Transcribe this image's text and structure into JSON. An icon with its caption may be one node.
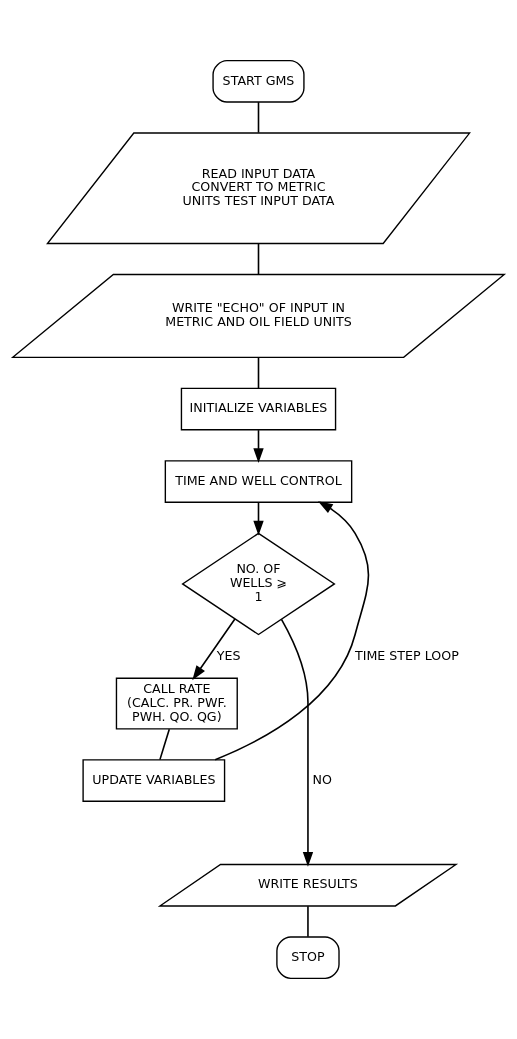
{
  "diagram": {
    "nodes": [
      {
        "text": [
          "START GMS"
        ]
      },
      {
        "text": [
          "READ INPUT DATA CONVERT TO METRIC UNITS TEST INPUT DATA"
        ]
      },
      {
        "text": [
          "WRITE \"ECHO\" OF INPUT IN METRIC AND OIL FIELD UNITS"
        ]
      },
      {
        "text": [
          "INITIALIZE VARIABLES"
        ]
      },
      {
        "text": [
          "TIME AND WELL CONTROL"
        ]
      },
      {
        "text": [
          "NO. OF WELLS ⩾ 1"
        ]
      },
      {
        "text": [
          "CALL RATE (CALC. PR. PWF. PWH. QO. QG)"
        ]
      },
      {
        "text": [
          "UPDATE VARIABLES"
        ]
      },
      {
        "text": [
          "WRITE RESULTS"
        ]
      },
      {
        "text": [
          "STOP"
        ]
      }
    ],
    "edges": [
      {
        "from": 0,
        "to": 1,
        "arrow": "none"
      },
      {
        "from": 1,
        "to": 2,
        "arrow": "none"
      },
      {
        "from": 2,
        "to": 3,
        "arrow": "none"
      },
      {
        "from": 3,
        "to": 4,
        "arrow": "to"
      },
      {
        "from": 7,
        "to": 4,
        "arrow": "to",
        "label": "TIME STEP LOOP"
      },
      {
        "from": 4,
        "to": 5,
        "arrow": "to"
      },
      {
        "from": 5,
        "to": 6,
        "arrow": "to",
        "label": "YES"
      },
      {
        "from": 5,
        "to": 8,
        "arrow": "to",
        "label": "NO"
      },
      {
        "from": 6,
        "to": 7,
        "arrow": "none"
      },
      {
        "from": 8,
        "to": 9,
        "arrow": "none"
      }
    ]
  }
}
